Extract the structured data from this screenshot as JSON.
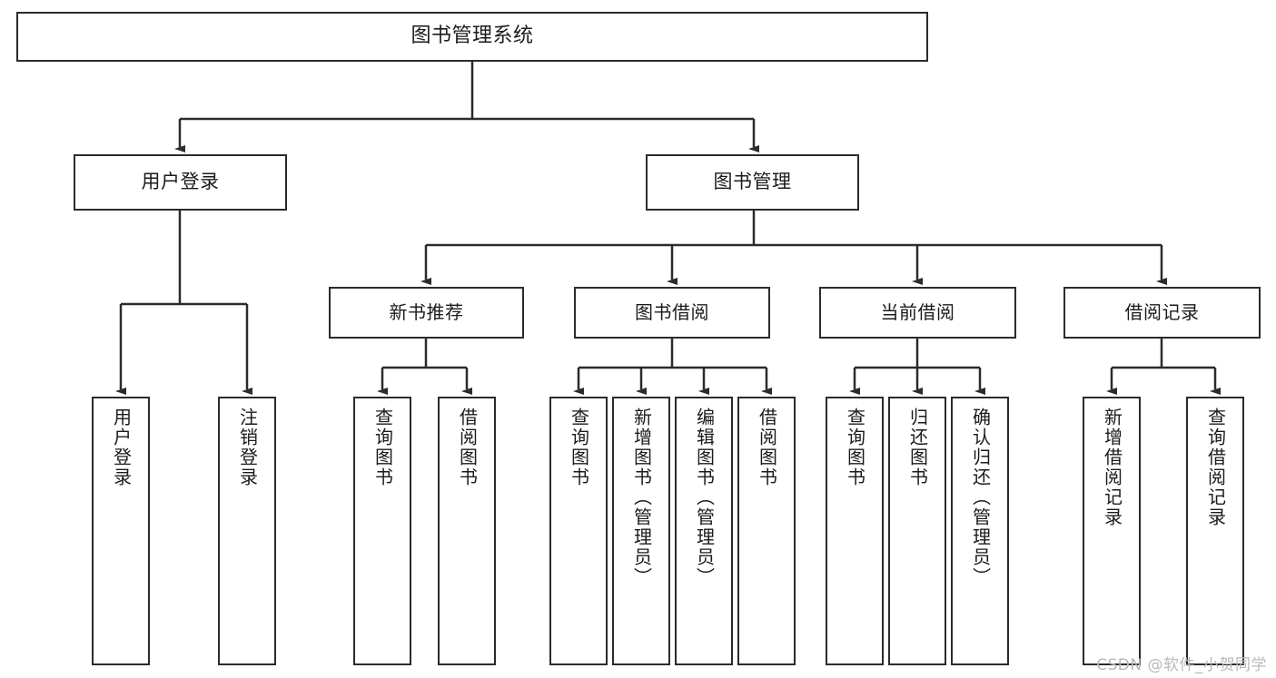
{
  "diagram": {
    "title": "图书管理系统",
    "type": "tree",
    "watermark": "CSDN @软件_小贺同学",
    "colors": {
      "stroke": "#2b2b2b",
      "fill": "#ffffff",
      "text": "#1b1b1b",
      "watermark": "#b9b9b9"
    },
    "root": {
      "label": "图书管理系统"
    },
    "level2": [
      {
        "label": "用户登录"
      },
      {
        "label": "图书管理"
      }
    ],
    "level3": [
      {
        "label": "新书推荐"
      },
      {
        "label": "图书借阅"
      },
      {
        "label": "当前借阅"
      },
      {
        "label": "借阅记录"
      }
    ],
    "leaves": {
      "user_login": [
        {
          "label": "用户登录"
        },
        {
          "label": "注销登录"
        }
      ],
      "new_book": [
        {
          "label": "查询图书"
        },
        {
          "label": "借阅图书"
        }
      ],
      "borrow_book": [
        {
          "label": "查询图书"
        },
        {
          "label": "新增图书（管理员）"
        },
        {
          "label": "编辑图书（管理员）"
        },
        {
          "label": "借阅图书"
        }
      ],
      "current_borrow": [
        {
          "label": "查询图书"
        },
        {
          "label": "归还图书"
        },
        {
          "label": "确认归还（管理员）"
        }
      ],
      "borrow_record": [
        {
          "label": "新增借阅记录"
        },
        {
          "label": "查询借阅记录"
        }
      ]
    }
  }
}
